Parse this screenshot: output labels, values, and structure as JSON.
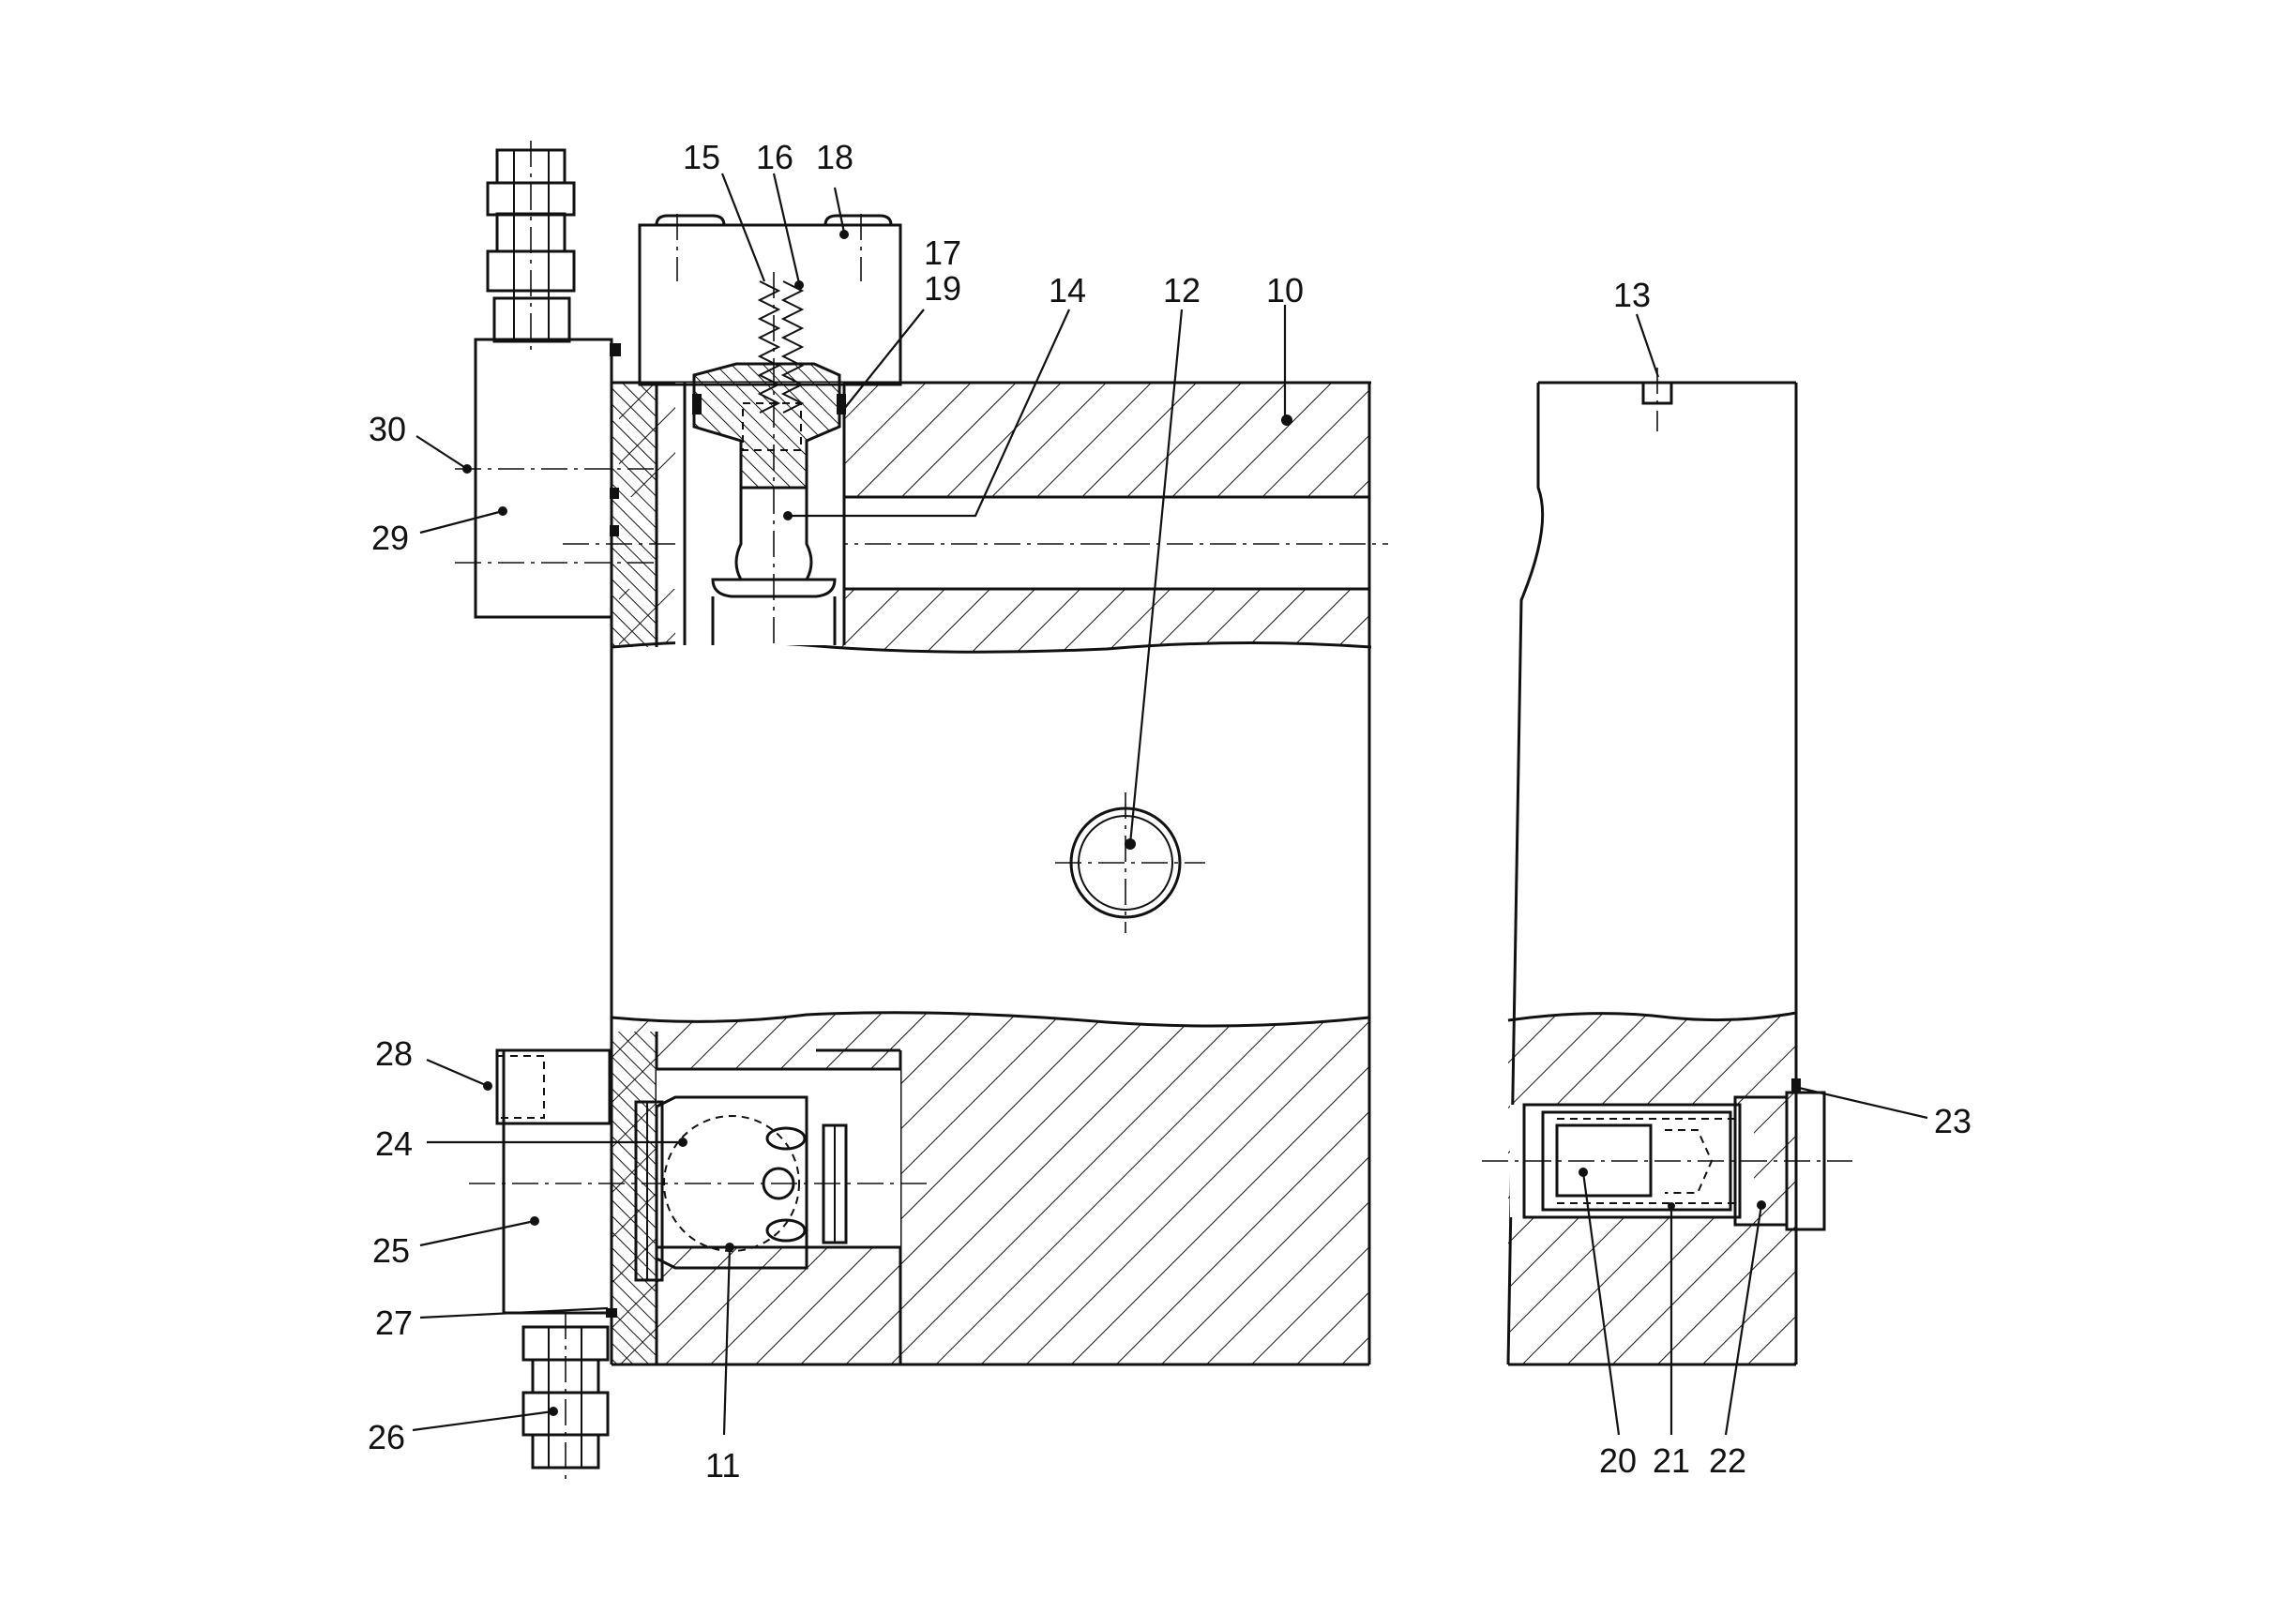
{
  "figure": {
    "labels": {
      "l10": "10",
      "l11": "11",
      "l12": "12",
      "l13": "13",
      "l14": "14",
      "l15": "15",
      "l16": "16",
      "l17": "17",
      "l18": "18",
      "l19": "19",
      "l20": "20",
      "l21": "21",
      "l22": "22",
      "l23": "23",
      "l24": "24",
      "l25": "25",
      "l26": "26",
      "l27": "27",
      "l28": "28",
      "l29": "29",
      "l30": "30"
    }
  }
}
